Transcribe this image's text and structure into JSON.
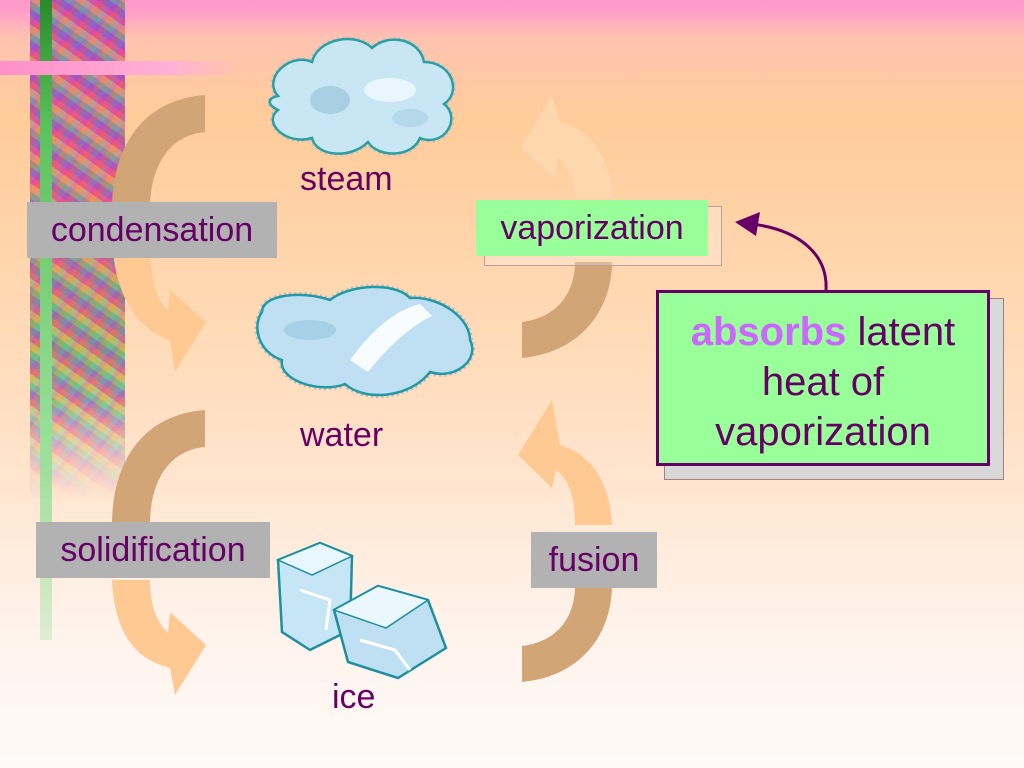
{
  "states": {
    "steam": "steam",
    "water": "water",
    "ice": "ice"
  },
  "processes": {
    "condensation": "condensation",
    "vaporization": "vaporization",
    "solidification": "solidification",
    "fusion": "fusion"
  },
  "note": {
    "highlight": "absorbs",
    "text_line1": "latent",
    "text_line2": "heat of",
    "text_line3": "vaporization"
  },
  "colors": {
    "text": "#660066",
    "highlight": "#cc66ff",
    "green_box": "#99ff99",
    "gray_box": "#b2b2b2",
    "arrow_dark": "#d2a577",
    "arrow_light": "#ffc994"
  }
}
